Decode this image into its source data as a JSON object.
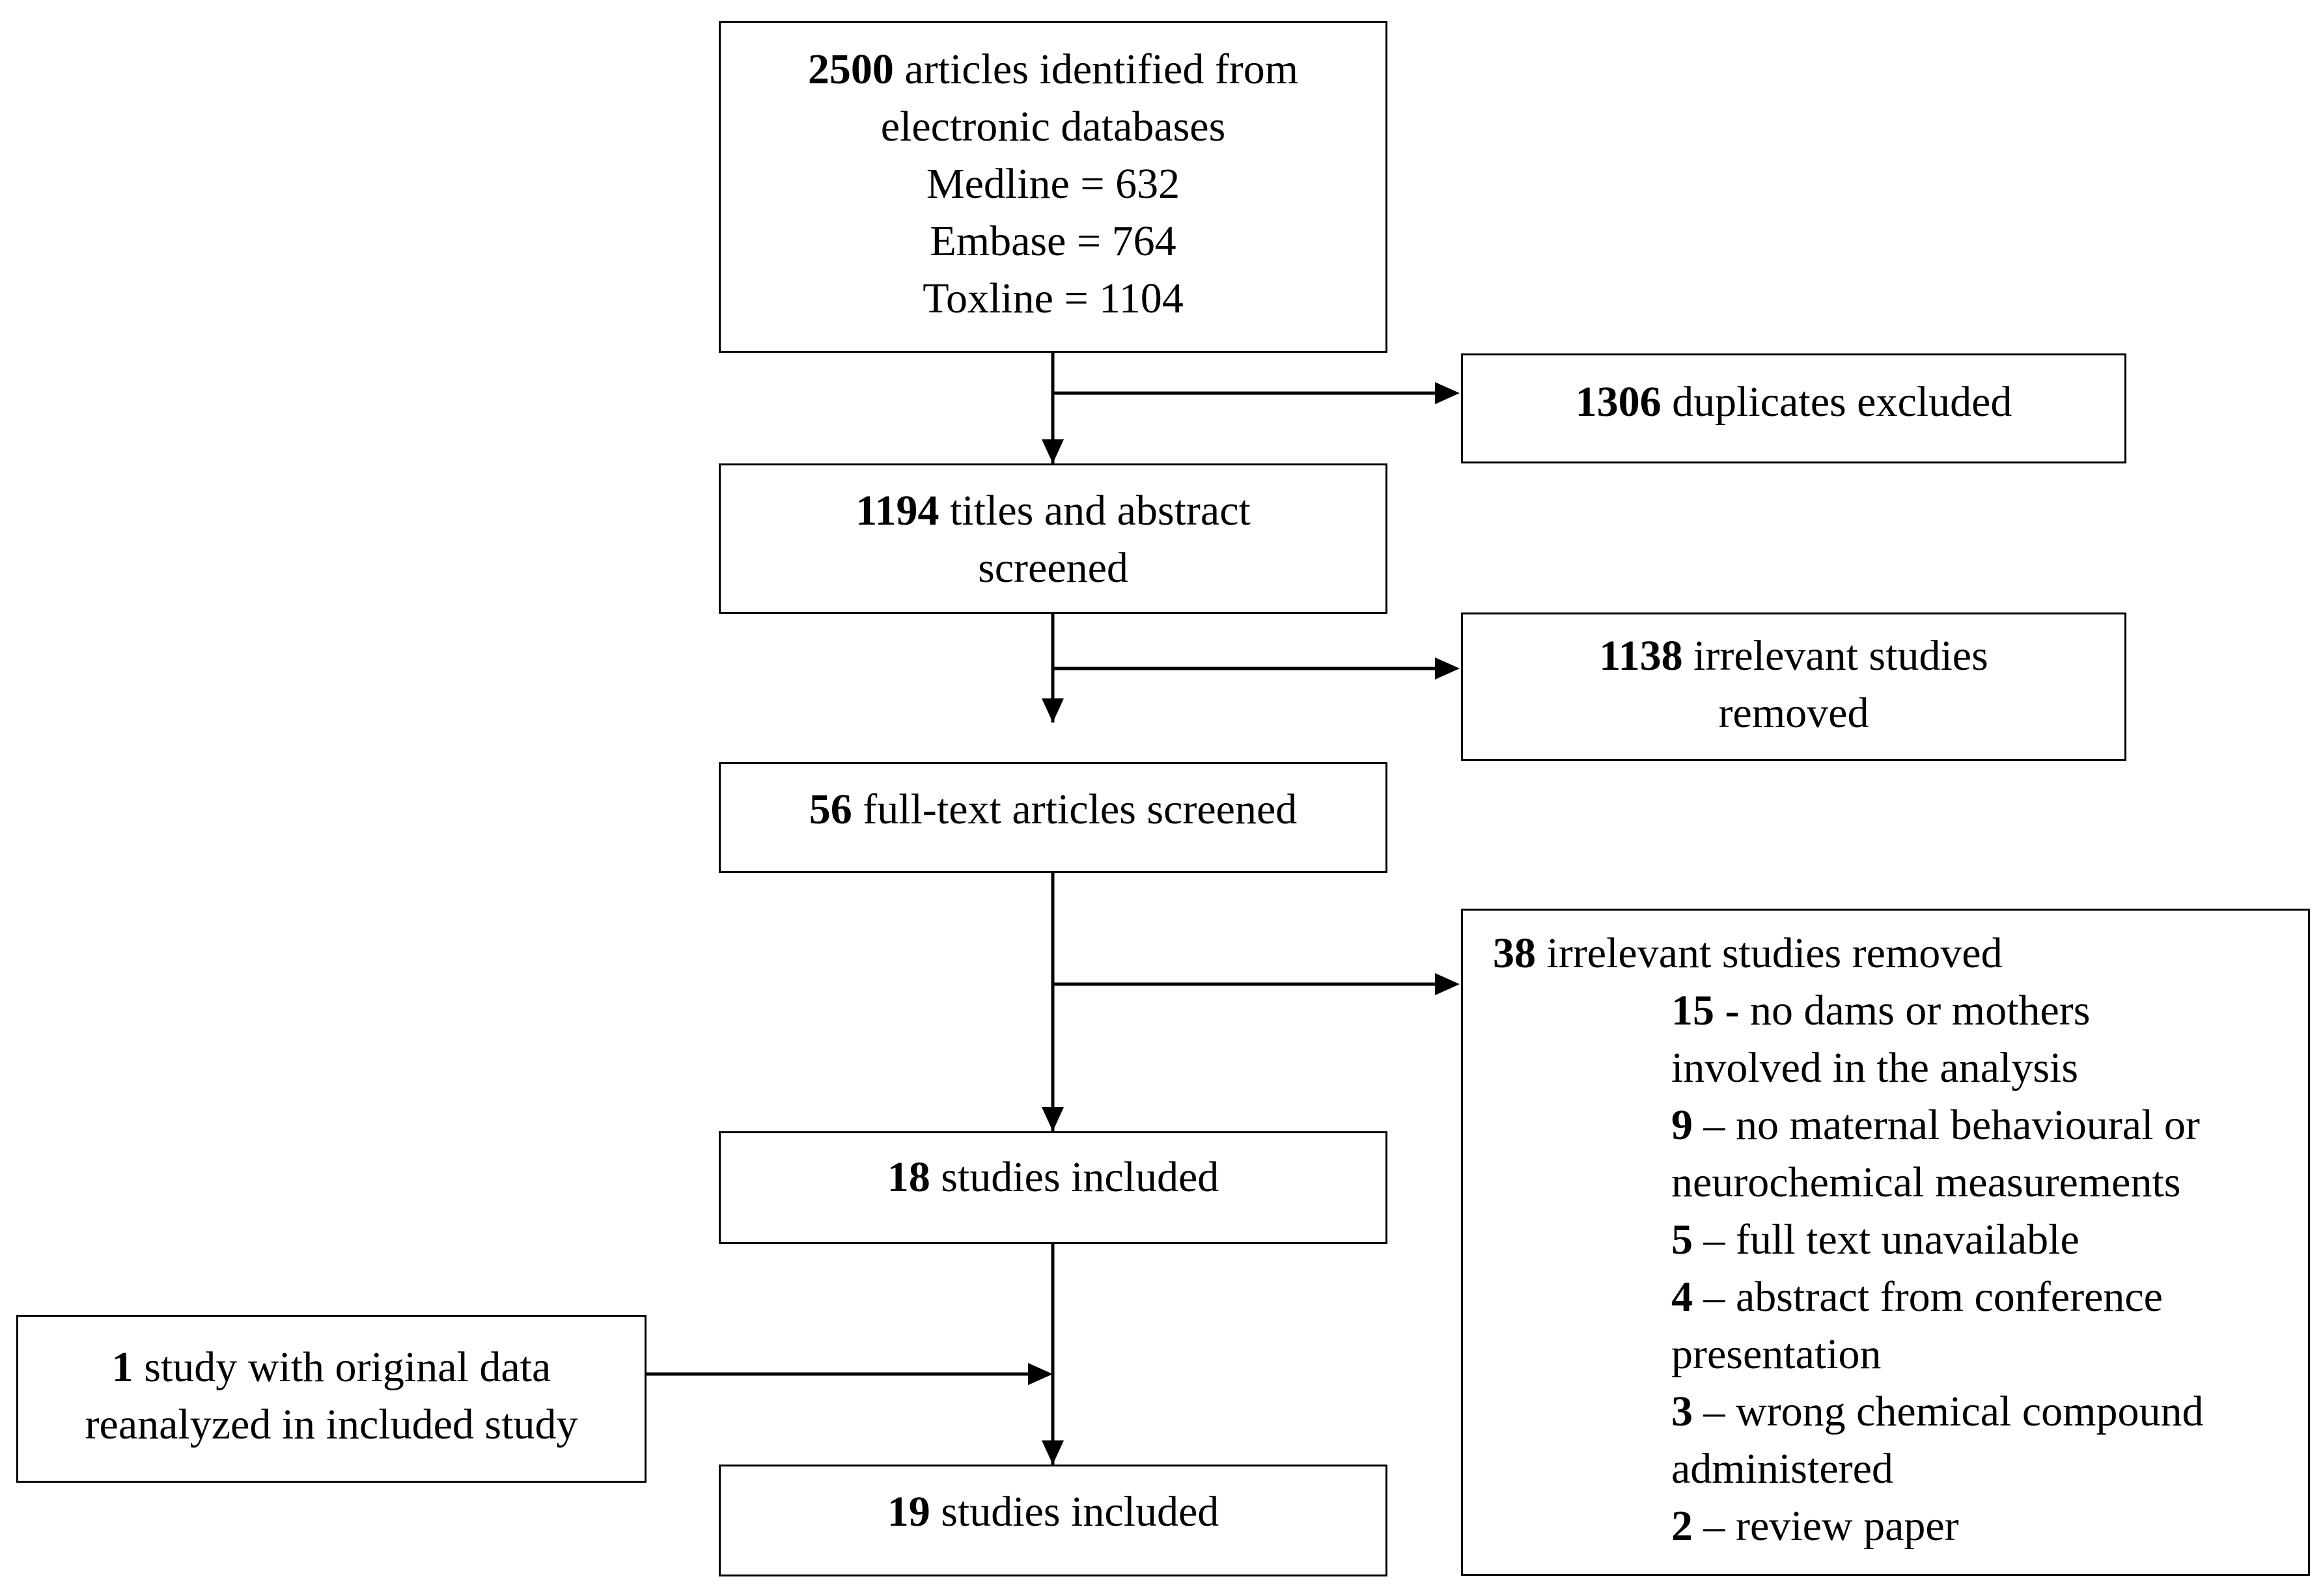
{
  "identified": {
    "count": "2500",
    "text": " articles identified from",
    "line2": "electronic databases",
    "medline": "Medline = 632",
    "embase": "Embase = 764",
    "toxline": "Toxline = 1104"
  },
  "duplicates": {
    "count": "1306",
    "text": " duplicates excluded"
  },
  "titles": {
    "count": "1194",
    "text": " titles and abstract",
    "line2": "screened"
  },
  "irrelevant1": {
    "count": "1138",
    "text": " irrelevant studies",
    "line2": "removed"
  },
  "fulltext": {
    "count": "56",
    "text": " full-text articles screened"
  },
  "irrelevant2": {
    "count": "38",
    "text": " irrelevant studies removed",
    "reasons": [
      {
        "count": "15 -",
        "text": " no dams or mothers",
        "line2": "involved in the analysis"
      },
      {
        "count": "9",
        "text": " – no maternal behavioural or",
        "line2": "neurochemical measurements"
      },
      {
        "count": "5",
        "text": " – full text unavailable",
        "line2": ""
      },
      {
        "count": "4",
        "text": " – abstract from conference",
        "line2": "presentation"
      },
      {
        "count": "3",
        "text": " – wrong chemical compound",
        "line2": "administered"
      },
      {
        "count": "2",
        "text": " – review paper",
        "line2": ""
      }
    ]
  },
  "included18": {
    "count": "18",
    "text": " studies included"
  },
  "reanalyzed": {
    "count": "1",
    "text": " study with original data",
    "line2": "reanalyzed in included study"
  },
  "included19": {
    "count": "19",
    "text": " studies included"
  }
}
